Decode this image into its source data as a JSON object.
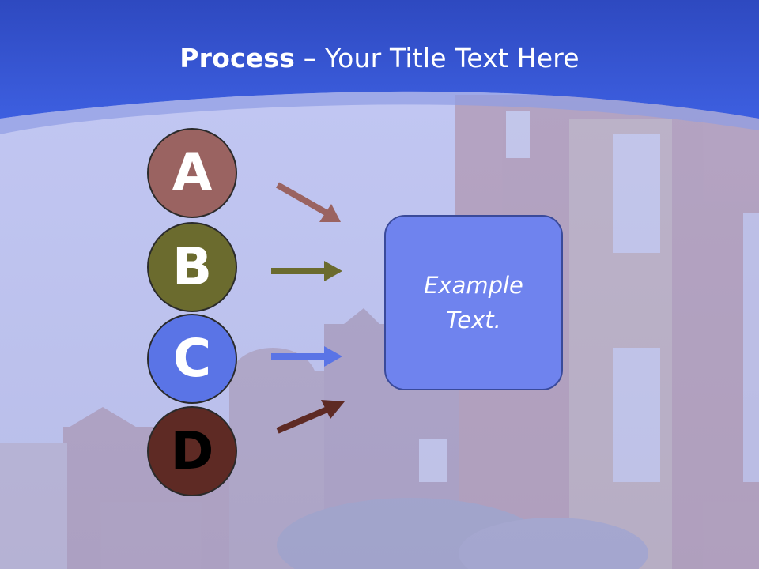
{
  "slide": {
    "title_bold": "Process",
    "title_separator": "–",
    "title_rest": "Your Title Text Here"
  },
  "steps": [
    {
      "letter": "A",
      "color": "#9a6361",
      "text_color": "#ffffff"
    },
    {
      "letter": "B",
      "color": "#6b6b2e",
      "text_color": "#ffffff"
    },
    {
      "letter": "C",
      "color": "#5a74e6",
      "text_color": "#ffffff"
    },
    {
      "letter": "D",
      "color": "#5e2a24",
      "text_color": "#000000"
    }
  ],
  "target_box": {
    "text": "Example Text.",
    "color": "#6f83ee"
  },
  "colors": {
    "header_blue": "#3b5cd6",
    "background_lavender": "#c7cbf2"
  }
}
